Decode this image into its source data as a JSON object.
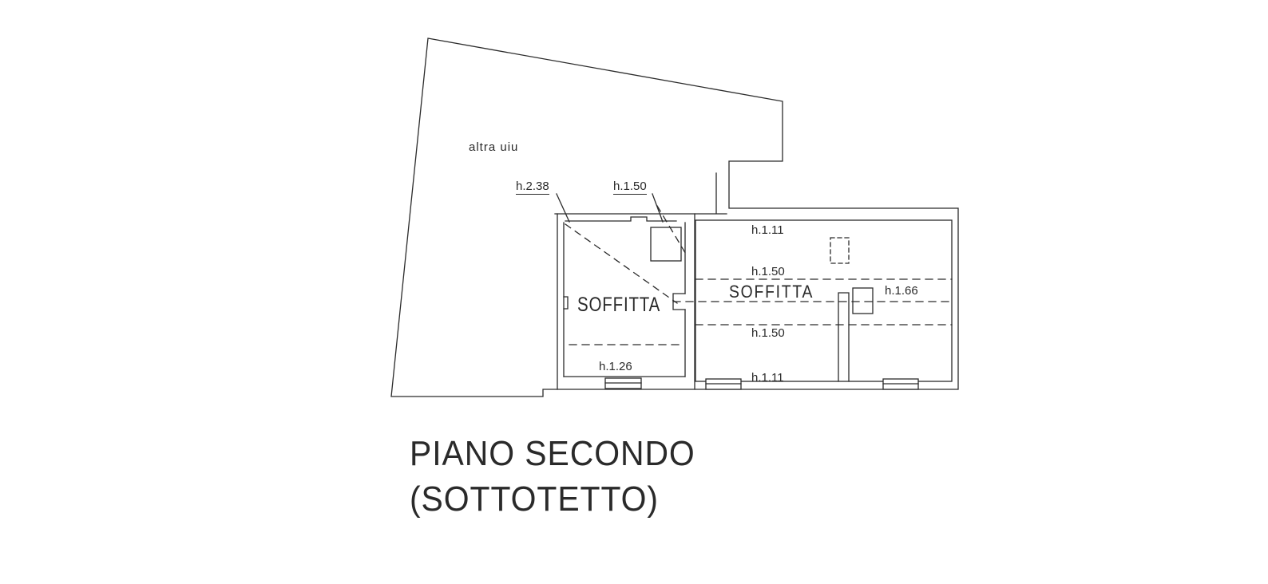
{
  "colors": {
    "background": "#ffffff",
    "line": "#2b2b2b",
    "text": "#2a2a2a"
  },
  "region": {
    "label": "altra uiu"
  },
  "leaders": {
    "h238": "h.2.38",
    "h150": "h.1.50"
  },
  "left_room": {
    "name": "SOFFITTA",
    "height_bottom": "h.1.26"
  },
  "right_room": {
    "name": "SOFFITTA",
    "height_top": "h.1.11",
    "height_upper": "h.1.50",
    "height_chimney": "h.1.66",
    "height_lower": "h.1.50",
    "height_bottom": "h.1.11"
  },
  "title": {
    "line1": "PIANO SECONDO",
    "line2": "(SOTTOTETTO)"
  }
}
